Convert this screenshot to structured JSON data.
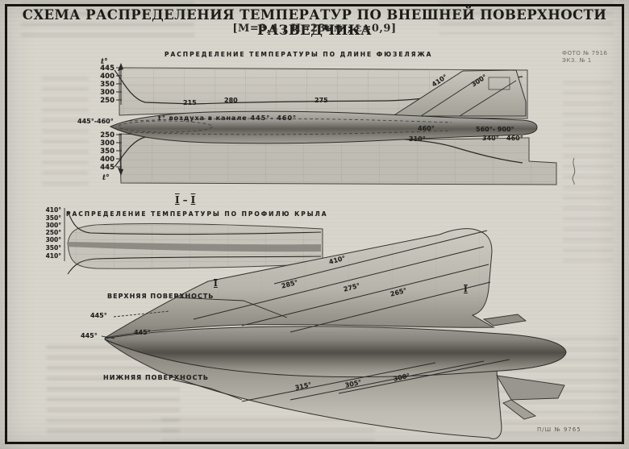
{
  "page": {
    "title": "СХЕМА РАСПРЕДЕЛЕНИЯ ТЕМПЕРАТУР ПО ВНЕШНЕЙ ПОВЕРХНОСТИ РАЗВЕДЧИКА",
    "subtitle": "[М=3,4 ; Н=23км ; ε=0,9]",
    "photo_ref": [
      "ФОТО № 7916",
      "ЭКЗ. № 1"
    ],
    "stamp": "П/Ш № 9765"
  },
  "fuselage_chart": {
    "caption": "РАСПРЕДЕЛЕНИЕ ТЕМПЕРАТУРЫ ПО ДЛИНЕ ФЮЗЕЛЯЖА",
    "axis_symbol_top": "t°",
    "axis_symbol_bottom": "t°",
    "axis_top": [
      "445",
      "400",
      "350",
      "300",
      "250"
    ],
    "axis_bottom": [
      "250",
      "300",
      "350",
      "400",
      "445"
    ],
    "nose_label": "445°-460°",
    "length_labels": [
      "215",
      "280",
      "275"
    ],
    "canal_label": "t° воздуха в канале 445°- 460°",
    "fin_labels": [
      "410°",
      "300°"
    ],
    "aft_upper_labels": [
      "460°",
      "560°- 900°"
    ],
    "aft_lower_labels": [
      "310°",
      "340°",
      "460°"
    ]
  },
  "section_mark": {
    "i": "I",
    "dash": "–"
  },
  "wing_profile": {
    "caption": "РАСПРЕДЕЛЕНИЕ ТЕМПЕРАТУРЫ ПО ПРОФИЛЮ КРЫЛА",
    "axis": [
      "410°",
      "350°",
      "300°",
      "250°",
      "300°",
      "350°",
      "410°"
    ]
  },
  "wing_planform": {
    "upper_surface_label": "ВЕРХНЯЯ ПОВЕРХНОСТЬ",
    "lower_surface_label": "НИЖНЯЯ ПОВЕРХНОСТЬ",
    "leader_label": "445°",
    "nose_inner_label": "445°",
    "apex_label": "445°",
    "upper_isolines": [
      "410°",
      "285°",
      "275°",
      "265°"
    ],
    "lower_isolines": [
      "315°",
      "305°",
      "300°"
    ],
    "section_tick": "I"
  },
  "colors": {
    "paper": "#d8d5cd",
    "ink": "#23221f",
    "shade_dark": "#54514a"
  }
}
